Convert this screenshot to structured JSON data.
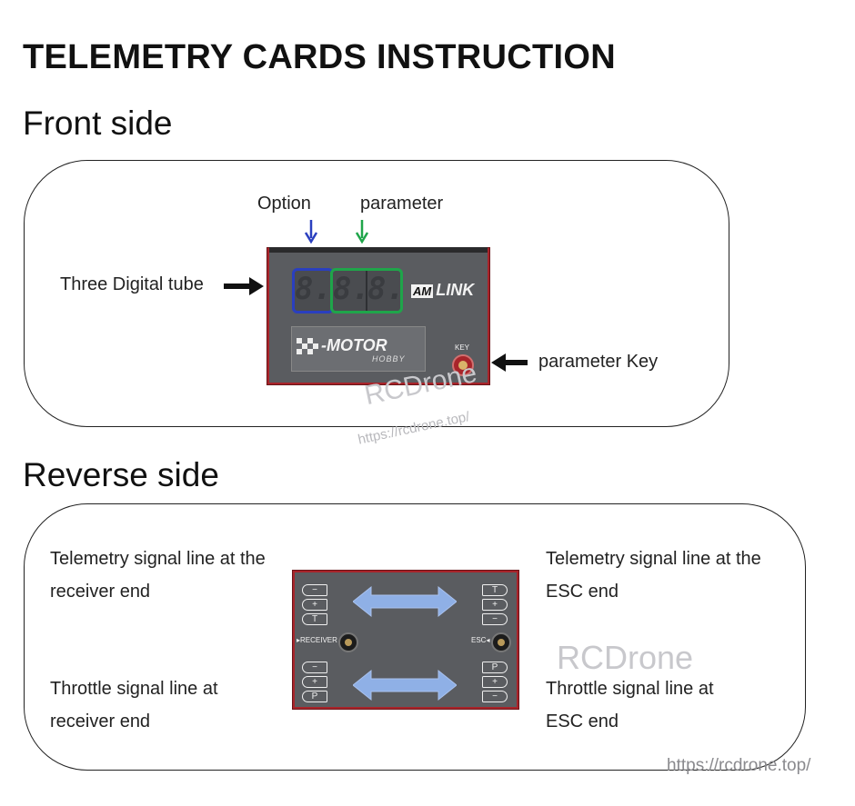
{
  "page_title": "TELEMETRY CARDS INSTRUCTION",
  "front": {
    "heading": "Front side",
    "option_label": "Option",
    "parameter_label": "parameter",
    "tube_label": "Three Digital tube",
    "key_label": "parameter Key",
    "device": {
      "digits": [
        "8.",
        "8.",
        "8."
      ],
      "brand": "LINK",
      "brand_prefix": "AM",
      "logo": "-MOTOR",
      "logo_sub": "HOBBY",
      "key_text": "KEY"
    },
    "watermark": "RCDrone",
    "watermark_url": "https://rcdrone.top/"
  },
  "reverse": {
    "heading": "Reverse side",
    "top_left": "Telemetry signal line at the receiver end",
    "top_right": "Telemetry signal line at the ESC end",
    "bottom_left": "Throttle signal line at receiver end",
    "bottom_right": "Throttle signal line at ESC end",
    "device": {
      "receiver_label": "RECEIVER",
      "esc_label": "ESC",
      "left_top_pins": [
        "−",
        "+",
        "T"
      ],
      "right_top_pins": [
        "T",
        "+",
        "−"
      ],
      "left_bottom_pins": [
        "−",
        "+",
        "P"
      ],
      "right_bottom_pins": [
        "P",
        "+",
        "−"
      ]
    },
    "watermark": "RCDrone"
  },
  "footer_url": "https://rcdrone.top/",
  "colors": {
    "option_arrow": "#2a3fbf",
    "parameter_arrow": "#1fa54a",
    "device_border": "#a8242a",
    "signal_arrow": "#8fb0e6"
  }
}
